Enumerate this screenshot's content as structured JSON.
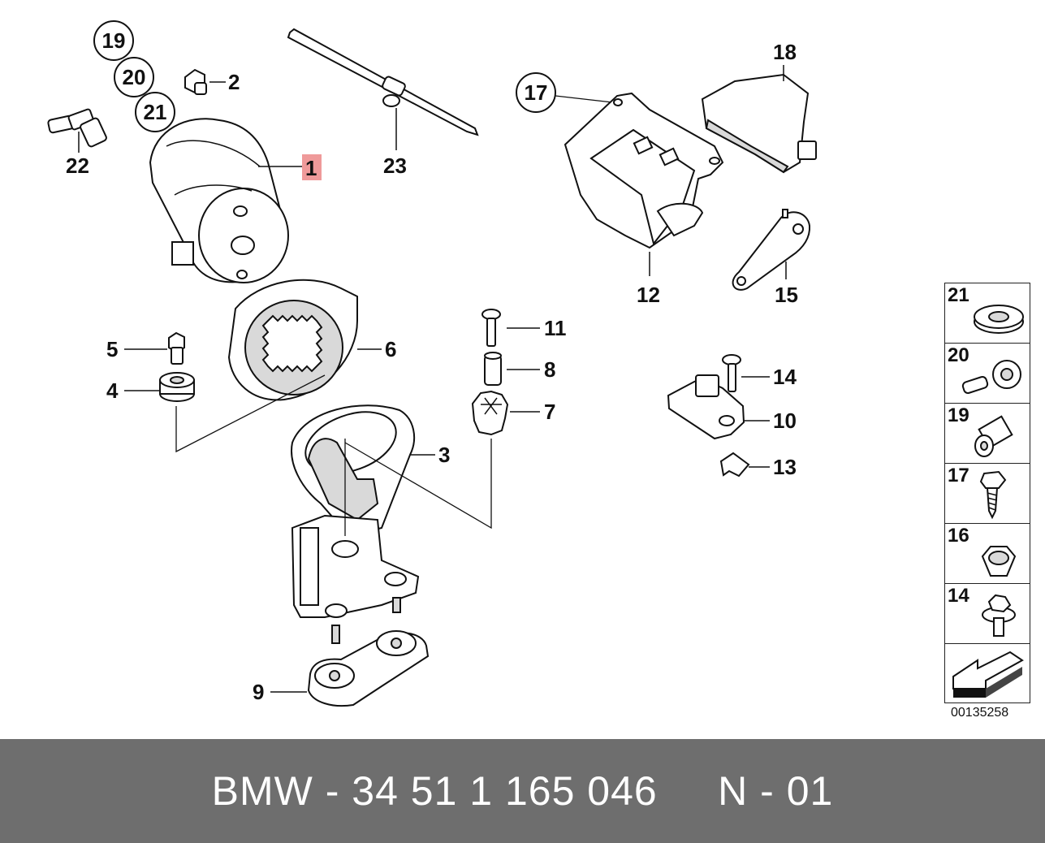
{
  "callouts": {
    "c1": "1",
    "c2": "2",
    "c3": "3",
    "c4": "4",
    "c5": "5",
    "c6": "6",
    "c7": "7",
    "c8": "8",
    "c9": "9",
    "c10": "10",
    "c11": "11",
    "c12": "12",
    "c13": "13",
    "c14": "14",
    "c15": "15",
    "c17": "17",
    "c18": "18",
    "c19": "19",
    "c20": "20",
    "c21": "21",
    "c22": "22",
    "c23": "23"
  },
  "side_panel": {
    "items": [
      {
        "number": "21",
        "icon": "washer-icon"
      },
      {
        "number": "20",
        "icon": "banjo-fitting-icon"
      },
      {
        "number": "19",
        "icon": "hose-connector-icon"
      },
      {
        "number": "17",
        "icon": "self-tapping-screw-icon"
      },
      {
        "number": "16",
        "icon": "hex-nut-icon"
      },
      {
        "number": "14",
        "icon": "hex-flange-bolt-icon"
      }
    ],
    "arrow_icon": "direction-arrow-icon"
  },
  "drawing_number": "00135258",
  "footer": {
    "text": "BMW - 34 51 1 165 046     N - 01"
  },
  "colors": {
    "highlight": "#ef9a9a",
    "footer_bg": "#6e6e6e"
  }
}
